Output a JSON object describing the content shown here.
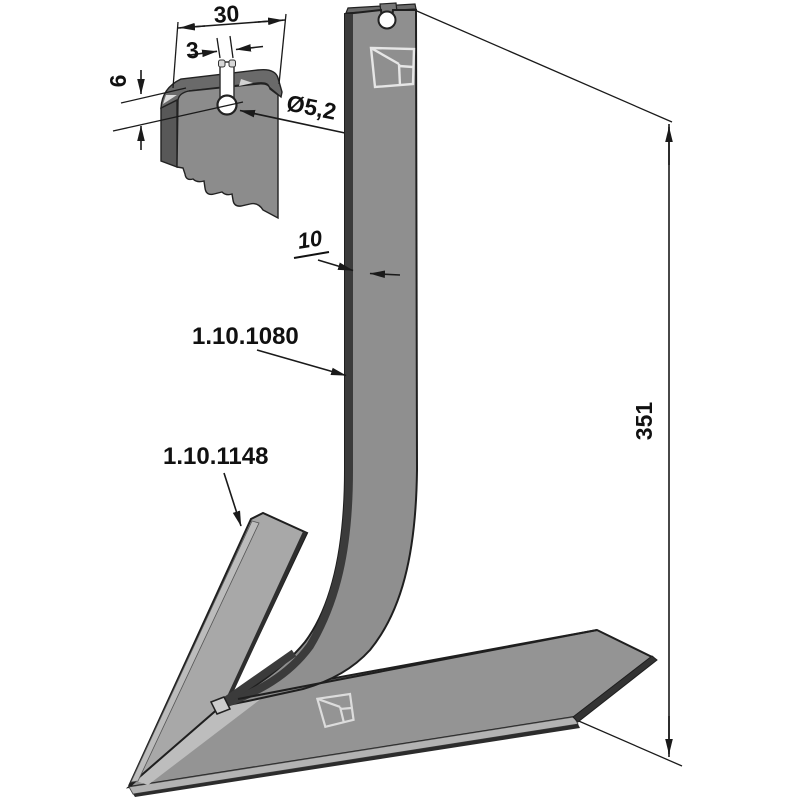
{
  "drawing": {
    "background": "#ffffff",
    "line_color": "#1a1a1a",
    "steel_gray": "#8f8f8f",
    "steel_light": "#b3b3b3",
    "edge_dark": "#3b3b3b",
    "detail_view": {
      "dim_width": "30",
      "dim_slot_width": "3",
      "dim_top_height": "6",
      "dim_hole_diameter": "Ø5,2"
    },
    "main_view": {
      "dim_thickness": "10",
      "shank_part_number": "1.10.1080",
      "sweep_part_number": "1.10.1148",
      "dim_overall_length": "351"
    },
    "icons": {
      "shank_logo": "manufacturer-logo",
      "sweep_logo": "manufacturer-logo"
    }
  }
}
